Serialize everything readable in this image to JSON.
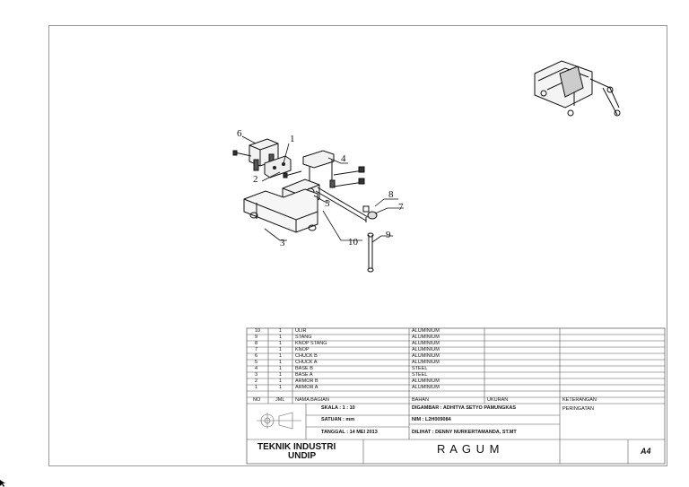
{
  "parts_list": {
    "rows": [
      {
        "no": "10",
        "qty": "1",
        "name": "ULIR",
        "material": "ALUMINIUM"
      },
      {
        "no": "9",
        "qty": "1",
        "name": "STANG",
        "material": "ALUMINIUM"
      },
      {
        "no": "8",
        "qty": "1",
        "name": "KNOP STANG",
        "material": "ALUMINIUM"
      },
      {
        "no": "7",
        "qty": "1",
        "name": "KNOP",
        "material": "ALUMINIUM"
      },
      {
        "no": "6",
        "qty": "1",
        "name": "CHUCK B",
        "material": "ALUMINIUM"
      },
      {
        "no": "5",
        "qty": "1",
        "name": "CHUCK A",
        "material": "ALUMINIUM"
      },
      {
        "no": "4",
        "qty": "1",
        "name": "BASE B",
        "material": "STEEL"
      },
      {
        "no": "3",
        "qty": "1",
        "name": "BASE A",
        "material": "STEEL"
      },
      {
        "no": "2",
        "qty": "1",
        "name": "ARMOR B",
        "material": "ALUMINIUM"
      },
      {
        "no": "1",
        "qty": "1",
        "name": "ARMOR A",
        "material": "ALUMINIUM"
      }
    ],
    "headers": {
      "no": "NO",
      "qty": "JML",
      "name": "NAMA BAGIAN",
      "material": "BAHAN",
      "size": "UKURAN",
      "notes": "KETERANGAN"
    }
  },
  "title_block": {
    "scale": "SKALA     : 1 : 10",
    "unit": "SATUAN   : mm",
    "date": "TANGGAL : 14 MEI 2013",
    "drawn_by": "DIGAMBAR : ADHITYA SETYO PAMUNGKAS",
    "nim": "NIM        : L2H009084",
    "checked_by": "DILIHAT    : DENNY NURKERTAMANDA, ST.MT",
    "warning": "PERINGATAN",
    "institution_line1": "TEKNIK INDUSTRI",
    "institution_line2": "UNDIP",
    "drawing_title": "R A G U M",
    "sheet_size": "A4"
  },
  "balloons": [
    "1",
    "2",
    "3",
    "4",
    "5",
    "6",
    "7",
    "8",
    "9",
    "10"
  ]
}
